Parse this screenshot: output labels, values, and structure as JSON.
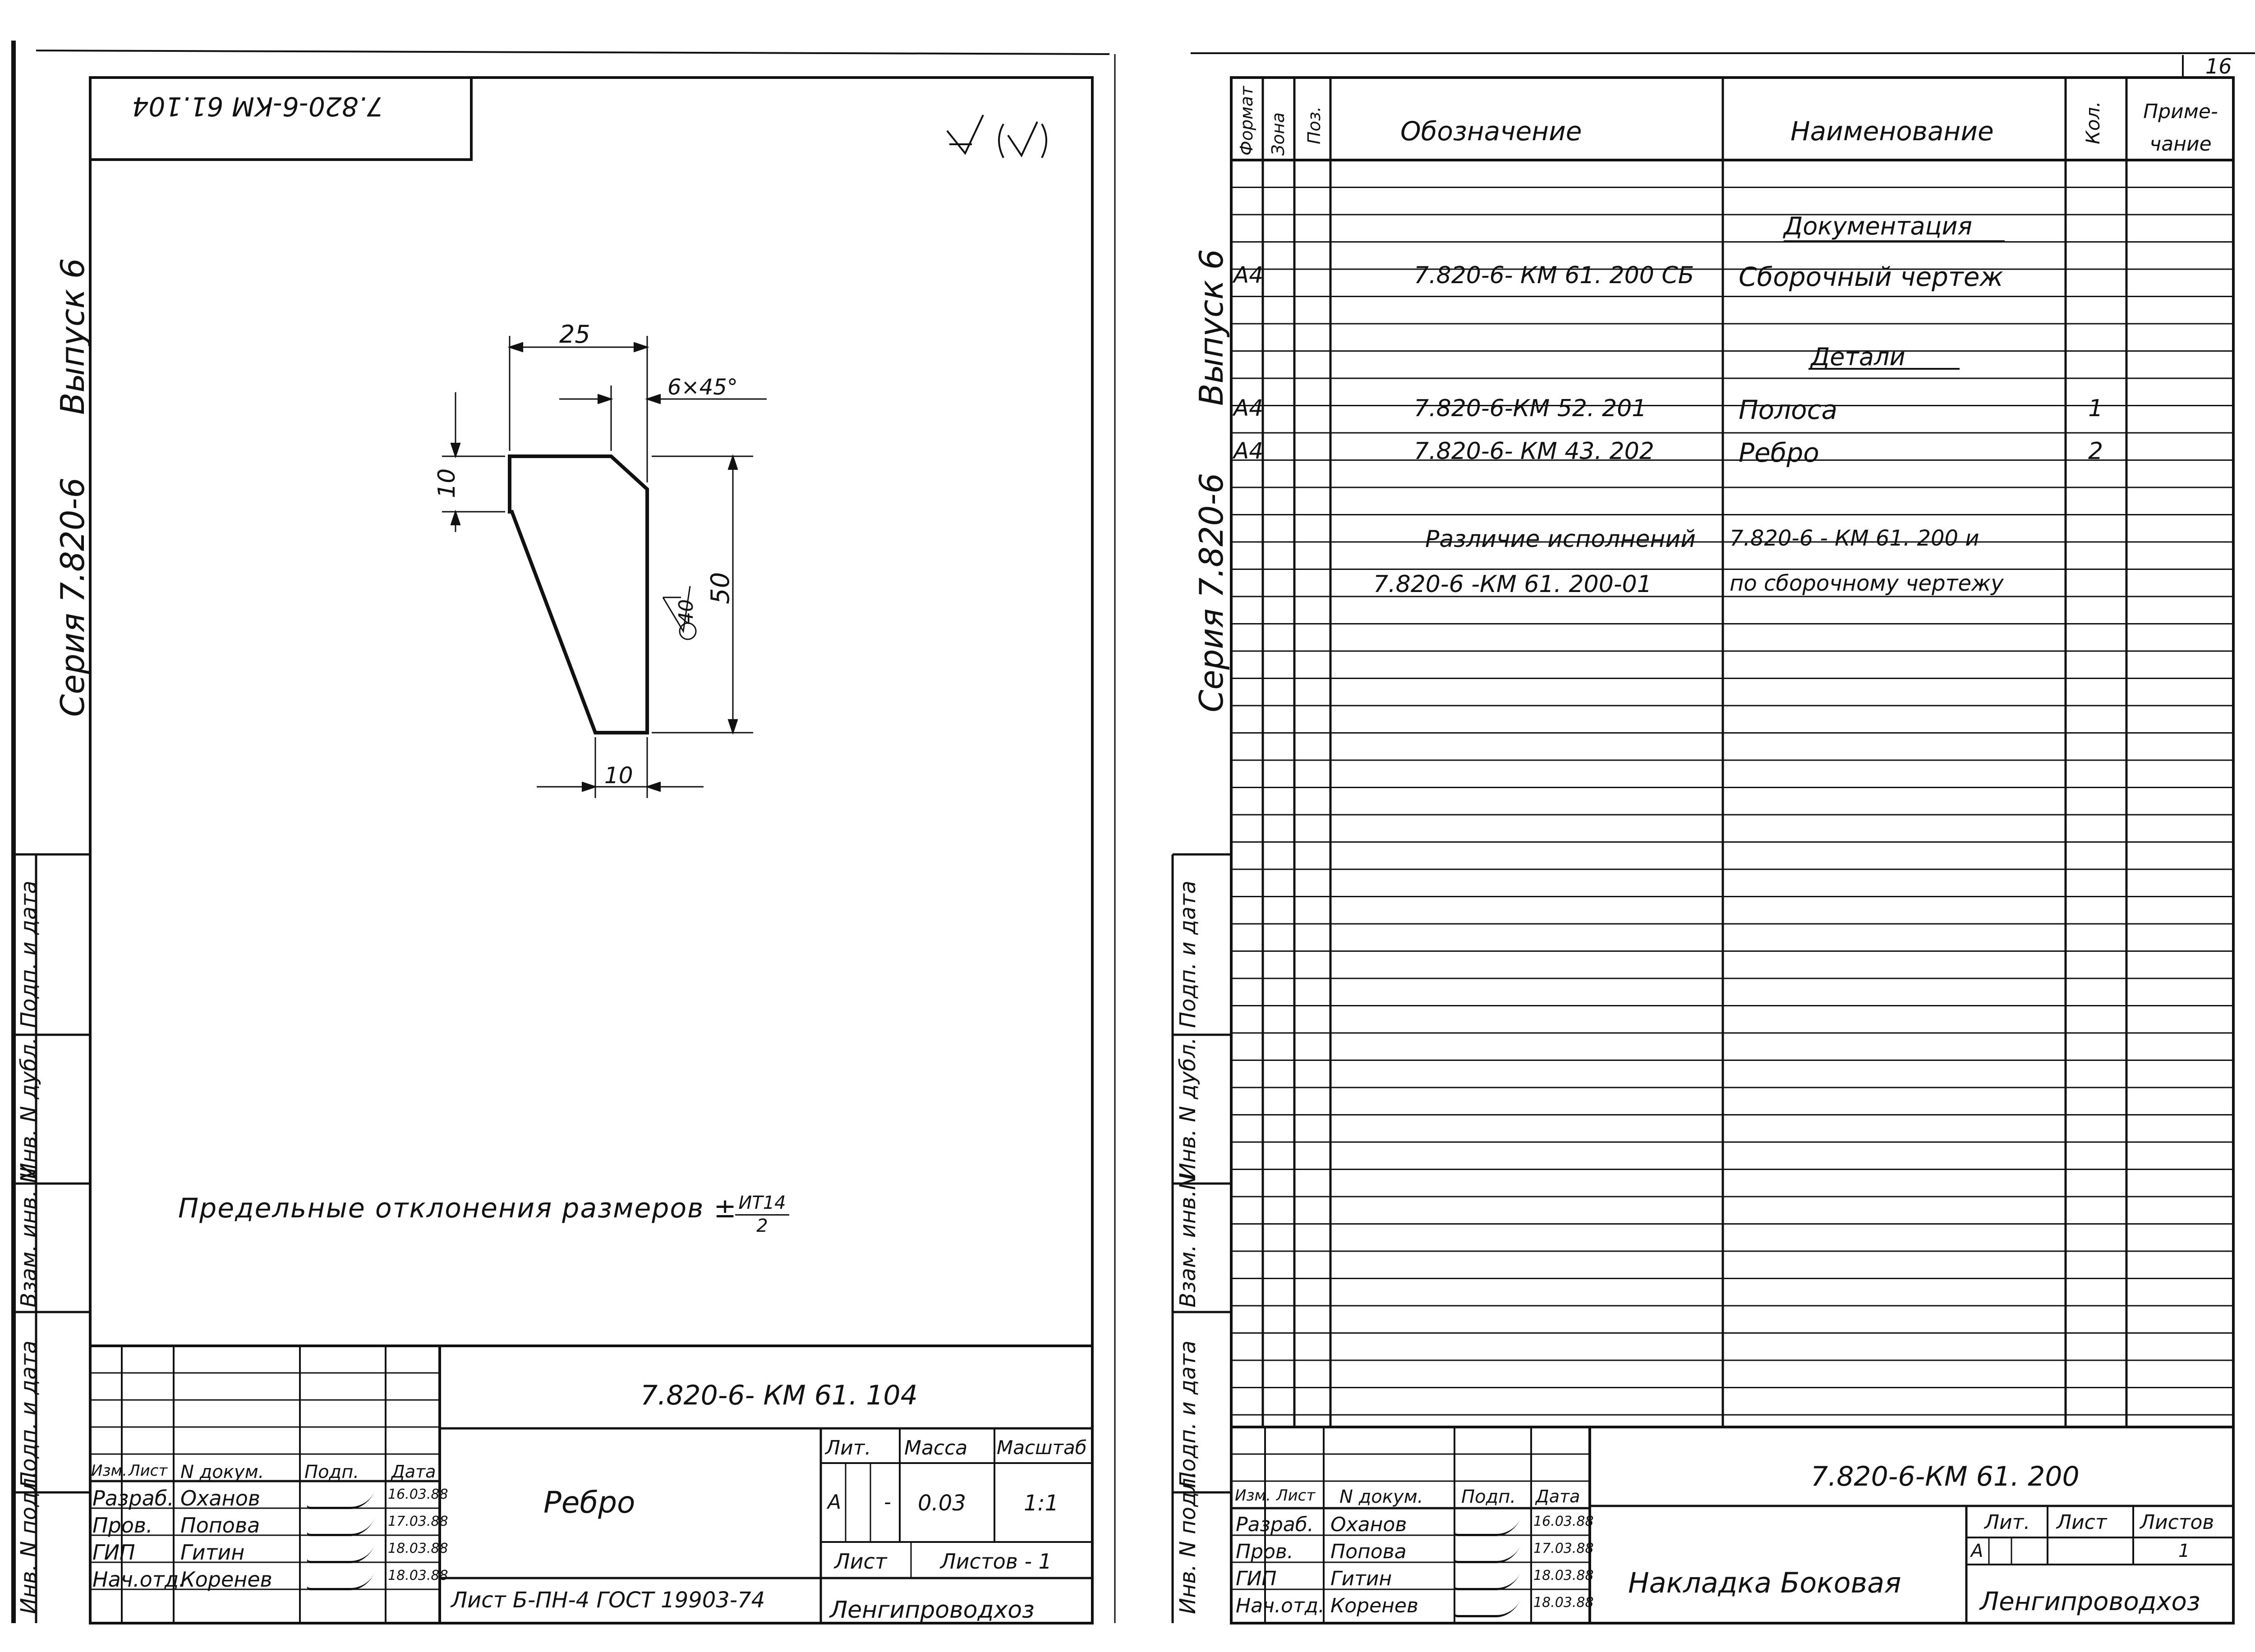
{
  "left_sheet": {
    "stamp_mirrored": "7.820-6-КМ 61.104",
    "roughness": "√(√)",
    "margin": {
      "series": "Серия  7.820-6",
      "issue": "Выпуск 6",
      "cols": [
        "Подп. и дата",
        "Инв. N дубл.",
        "Взам. инв. N",
        "Подп. и дата",
        "Инв. N подл."
      ]
    },
    "dims": {
      "d25": "25",
      "chamfer": "6×45°",
      "d10_left": "10",
      "d50": "50",
      "d10_bottom": "10",
      "rough40": "40"
    },
    "tolerance_note": "Предельные отклонения размеров ±",
    "tolerance_frac_top": "ИТ14",
    "tolerance_frac_bottom": "2",
    "title_block": {
      "code": "7.820-6-  КМ 61. 104",
      "name": "Ребро",
      "headers": [
        "Изм.",
        "Лист",
        "N докум.",
        "Подп.",
        "Дата"
      ],
      "rows": [
        {
          "role": "Разраб.",
          "person": "Оханов",
          "date": "16.03.88"
        },
        {
          "role": "Пров.",
          "person": "Попова",
          "date": "17.03.88"
        },
        {
          "role": "ГИП",
          "person": "Гитин",
          "date": "18.03.88"
        },
        {
          "role": "Нач.отд.",
          "person": "Коренев",
          "date": "18.03.88"
        }
      ],
      "lit_label": "Лит.",
      "mass_label": "Масса",
      "scale_label": "Масштаб",
      "lit": "А",
      "mass_dash": "-",
      "mass": "0.03",
      "scale": "1:1",
      "sheet_label": "Лист",
      "sheets_label": "Листов - 1",
      "material": "Лист  Б-ПН-4  ГОСТ 19903-74",
      "org": "Ленгипроводхоз"
    }
  },
  "right_sheet": {
    "page_number": "16",
    "margin": {
      "series": "Серия  7.820-6",
      "issue": "Выпуск 6",
      "cols": [
        "Подп. и дата",
        "Инв. N дубл.",
        "Взам. инв.N",
        "Подп. и дата",
        "Инв. N подл."
      ]
    },
    "spec_headers": {
      "format": "Формат",
      "zone": "Зона",
      "pos": "Поз.",
      "designation": "Обозначение",
      "name": "Наименование",
      "qty": "Кол.",
      "note": "Приме-чание"
    },
    "spec_rows": [
      {
        "format": "",
        "designation": "",
        "name": "Документация",
        "qty": "",
        "section": true
      },
      {
        "format": "А4",
        "designation": "7.820-6- КМ 61. 200 СБ",
        "name": "Сборочный  чертеж",
        "qty": ""
      },
      {
        "format": "",
        "designation": "",
        "name": "Детали",
        "qty": "",
        "section": true
      },
      {
        "format": "А4",
        "designation": "7.820-6-КМ 52. 201",
        "name": "Полоса",
        "qty": "1"
      },
      {
        "format": "А4",
        "designation": "7.820-6- КМ 43. 202",
        "name": "Ребро",
        "qty": "2"
      },
      {
        "format": "",
        "designation": "Различие исполнений",
        "name": "7.820-6 - КМ 61. 200 и",
        "qty": ""
      },
      {
        "format": "",
        "designation": "7.820-6 -КМ 61. 200-01",
        "name": "по сборочному чертежу",
        "qty": ""
      }
    ],
    "title_block": {
      "code": "7.820-6-КМ 61. 200",
      "name": "Накладка Боковая",
      "headers": [
        "Изм.",
        "Лист",
        "N докум.",
        "Подп.",
        "Дата"
      ],
      "rows": [
        {
          "role": "Разраб.",
          "person": "Оханов",
          "date": "16.03.88"
        },
        {
          "role": "Пров.",
          "person": "Попова",
          "date": "17.03.88"
        },
        {
          "role": "ГИП",
          "person": "Гитин",
          "date": "18.03.88"
        },
        {
          "role": "Нач.отд.",
          "person": "Коренев",
          "date": "18.03.88"
        }
      ],
      "lit_label": "Лит.",
      "sheet_label": "Лист",
      "sheets_label": "Листов",
      "lit": "А",
      "sheets": "1",
      "org": "Ленгипроводхоз"
    }
  }
}
